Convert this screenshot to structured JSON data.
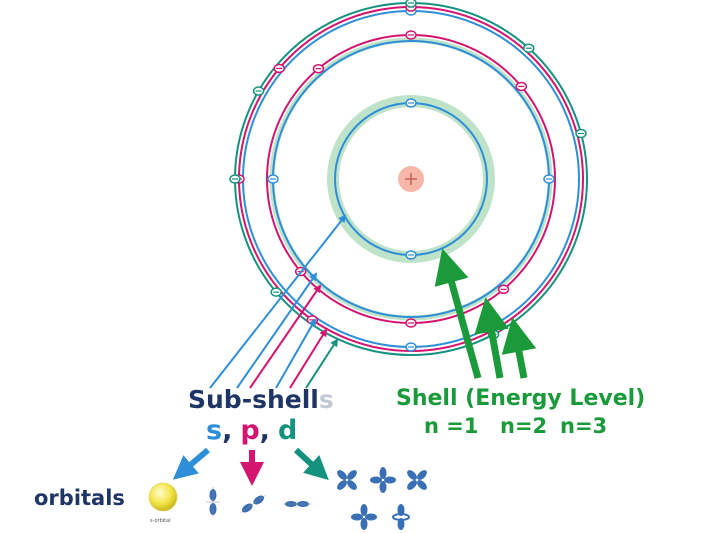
{
  "labels": {
    "subshells_main": "Sub-shell",
    "subshells_tail": "s",
    "spd_s": "s",
    "spd_comma1": ",",
    "spd_p": "p",
    "spd_comma2": ",",
    "spd_d": "d",
    "shell_title": "Shell (Energy Level)",
    "n1": "n =1",
    "n2": "n=2",
    "n3": "n=3",
    "orbitals": "orbitals",
    "s_orbital_caption": "s-orbital"
  },
  "colors": {
    "blue": "#2e8fd8",
    "magenta": "#d4146e",
    "teal": "#14927e",
    "green_arrow": "#1a9a3a",
    "halo": "#bfe3c8",
    "navy_text": "#1f3566",
    "nucleus": "#f6b7a8",
    "sphere": "#f3e547",
    "lobe": "#3a6fb5"
  },
  "icons": {
    "nucleus": "plus-nucleus-icon",
    "electron": "electron-minus-icon"
  }
}
